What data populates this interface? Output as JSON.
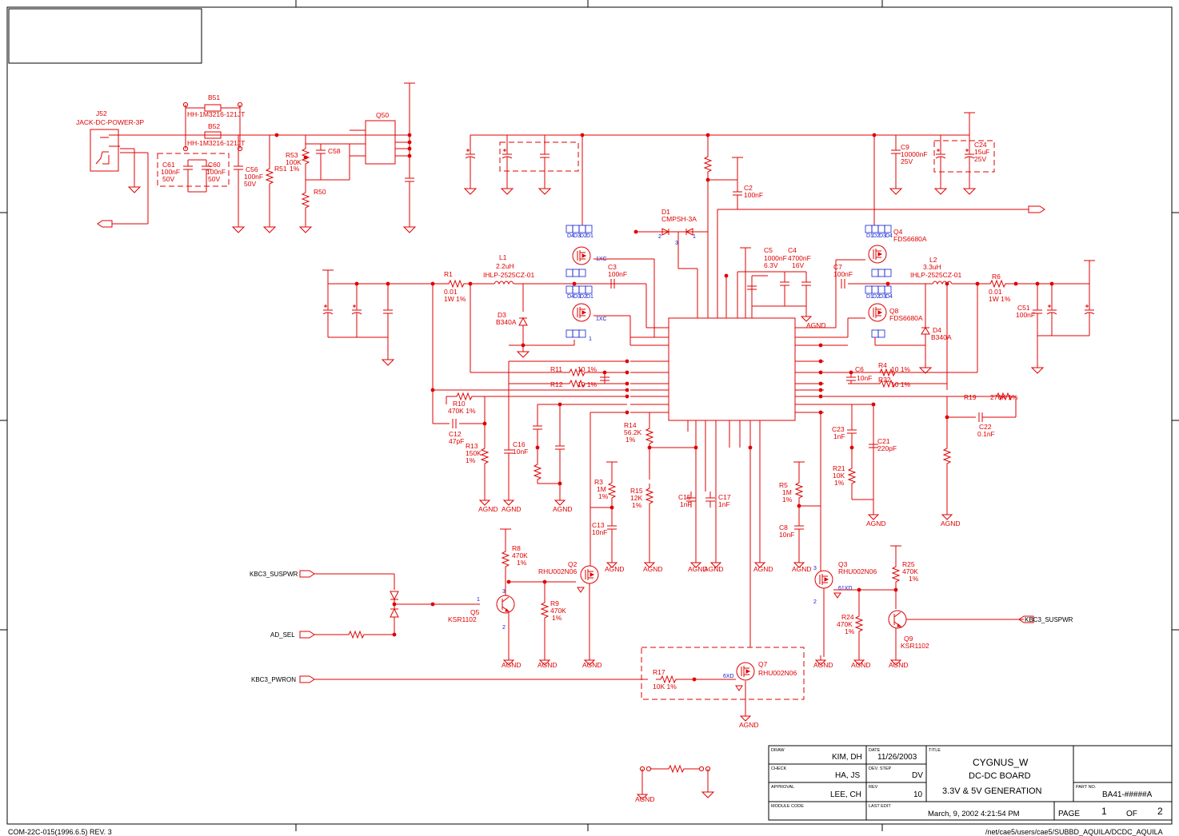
{
  "title_block": {
    "draw_label": "DRAW",
    "draw_value": "KIM, DH",
    "check_label": "CHECK",
    "check_value": "HA, JS",
    "approval_label": "APPROVAL",
    "approval_value": "LEE, CH",
    "module_label": "MODULE CODE",
    "date_label": "DATE",
    "date_value": "11/26/2003",
    "devstep_label": "DEV. STEP",
    "devstep_value": "DV",
    "rev_label": "REV",
    "rev_value": "10",
    "lastedit_label": "LAST EDIT",
    "lastedit_value": "March, 9, 2002  4:21:54 PM",
    "title_label": "TITLE",
    "title_line1": "CYGNUS_W",
    "title_line2": "DC-DC BOARD",
    "title_line3": "3.3V & 5V GENERATION",
    "partno_label": "PART NO.",
    "partno_value": "BA41-#####A",
    "page_label": "PAGE",
    "page_value": "1",
    "of_label": "OF",
    "of_value": "2"
  },
  "footer": {
    "left": "COM-22C-015(1996.6.5) REV. 3",
    "right": "/net/cae5/users/cae5/SUBBD_AQUILA/DCDC_AQUILA"
  },
  "nets": {
    "susp1": "KBC3_SUSPWR",
    "adsel": "AD_SEL",
    "pwron": "KBC3_PWRON",
    "susp2": "KBC3_SUSPWR"
  },
  "labels": {
    "j52": "J52",
    "j52v": "JACK-DC-POWER-3P",
    "b51": "B51",
    "b51v": "HH-1M3216-121JT",
    "b52": "B52",
    "b52v": "HH-1M3216-121JT",
    "c61": "C61",
    "c61v": "100nF",
    "c61r": "50V",
    "c60": "C60",
    "c60v": "100nF",
    "c60r": "50V",
    "c56": "C56",
    "c56v": "100nF",
    "c56r": "50V",
    "r53": "R53",
    "r53v": "100K",
    "r51": "R51",
    "r51v": "1%",
    "r50": "R50",
    "c58": "C58",
    "q50": "Q50",
    "c9": "C9",
    "c9v": "10000nF",
    "c9r": "25V",
    "c24": "C24",
    "c24v": "15uF",
    "c24r": "25V",
    "c2": "C2",
    "c2v": "100nF",
    "d1": "D1",
    "d1v": "CMPSH-3A",
    "l1": "L1",
    "l1v": "2.2uH",
    "l1p": "IHLP-2525CZ-01",
    "r1": "R1",
    "r1v": "0.01",
    "r1t": "1W 1%",
    "c3": "C3",
    "c3v": "100nF",
    "d3": "D3",
    "d3v": "B340A",
    "c5": "C5",
    "c5v": "1000nF",
    "c5r": "6.3V",
    "c4": "C4",
    "c4v": "4700nF",
    "c4r": "16V",
    "c7": "C7",
    "c7v": "100nF",
    "q4": "Q4",
    "q4v": "FDS6680A",
    "q8": "Q8",
    "q8v": "FDS6680A",
    "d4": "D4",
    "d4v": "B340A",
    "l2": "L2",
    "l2v": "3.3uH",
    "l2p": "IHLP-2525CZ-01",
    "r6": "R6",
    "r6v": "0.01",
    "r6t": "1W 1%",
    "c51": "C51",
    "c51v": "100nF",
    "r11": "R11",
    "r11v": "10 1%",
    "r12": "R12",
    "r12v": "10 1%",
    "r4": "R4",
    "r4v": "10 1%",
    "r22": "R22",
    "r22v": "10 1%",
    "c6": "C6",
    "c6v": "10nF",
    "r10": "R10",
    "r10v": "470K 1%",
    "c12": "C12",
    "c12v": "47pF",
    "r13": "R13",
    "r13v": "150K",
    "r13t": "1%",
    "c16": "C16",
    "c16v": "10nF",
    "r14": "R14",
    "r14v": "56.2K",
    "r14t": "1%",
    "r19": "R19",
    "r19v": "270K 1%",
    "c22": "C22",
    "c22v": "0.1nF",
    "c23": "C23",
    "c23v": "1nF",
    "c21": "C21",
    "c21v": "220pF",
    "r21": "R21",
    "r21v": "10K",
    "r21t": "1%",
    "r3": "R3",
    "r3v": "1M",
    "r3t": "1%",
    "c13": "C13",
    "c13v": "10nF",
    "r15": "R15",
    "r15v": "12K",
    "r15t": "1%",
    "c15": "C15",
    "c15v": "1nF",
    "c17": "C17",
    "c17v": "1nF",
    "r5": "R5",
    "r5v": "1M",
    "r5t": "1%",
    "c8": "C8",
    "c8v": "10nF",
    "r8": "R8",
    "r8v": "470K",
    "r8t": "1%",
    "q2": "Q2",
    "q2v": "RHU002N06",
    "r9": "R9",
    "r9v": "470K",
    "r9t": "1%",
    "q5": "Q5",
    "q5v": "KSR1102",
    "q3": "Q3",
    "q3v": "RHU002N06",
    "r24": "R24",
    "r24v": "470K",
    "r24t": "1%",
    "r25": "R25",
    "r25v": "470K",
    "r25t": "1%",
    "q9": "Q9",
    "q9v": "KSR1102",
    "r17": "R17",
    "r17v": "10K 1%",
    "q7": "Q7",
    "q7v": "RHU002N06",
    "agnd": "AGND",
    "ixc": "1XC"
  }
}
